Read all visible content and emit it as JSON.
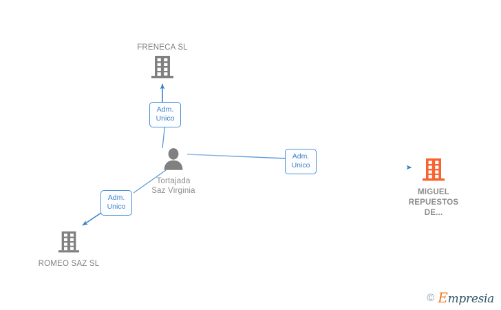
{
  "diagram": {
    "type": "org-relationship-graph",
    "background": "#ffffff",
    "accent_blue": "#4a90d9",
    "node_gray": "#808080",
    "highlight_orange": "#f9632f"
  },
  "nodes": [
    {
      "id": "freneca",
      "label": "FRENECA SL",
      "icon": "building-icon",
      "color": "#808080",
      "highlight": false,
      "label_position": "top"
    },
    {
      "id": "person",
      "label": "Tortajada\nSaz Virginia",
      "icon": "person-icon",
      "color": "#808080",
      "highlight": false,
      "label_position": "bottom"
    },
    {
      "id": "miguel",
      "label": "MIGUEL\nREPUESTOS\nDE...",
      "icon": "building-icon",
      "color": "#f9632f",
      "highlight": true,
      "label_position": "bottom"
    },
    {
      "id": "romeo",
      "label": "ROMEO SAZ  SL",
      "icon": "building-icon",
      "color": "#808080",
      "highlight": false,
      "label_position": "bottom"
    }
  ],
  "edges": [
    {
      "id": "edge-person-freneca",
      "from": "person",
      "to": "freneca",
      "chip": "Adm.\nUnico"
    },
    {
      "id": "edge-person-miguel",
      "from": "person",
      "to": "miguel",
      "chip": "Adm.\nUnico"
    },
    {
      "id": "edge-person-romeo",
      "from": "person",
      "to": "romeo",
      "chip": "Adm.\nUnico"
    }
  ],
  "chips": {
    "freneca": "Adm.\nUnico",
    "miguel": "Adm.\nUnico",
    "romeo": "Adm.\nUnico"
  },
  "watermark": {
    "copyright": "©",
    "name_first": "E",
    "name_rest": "mpresia"
  }
}
